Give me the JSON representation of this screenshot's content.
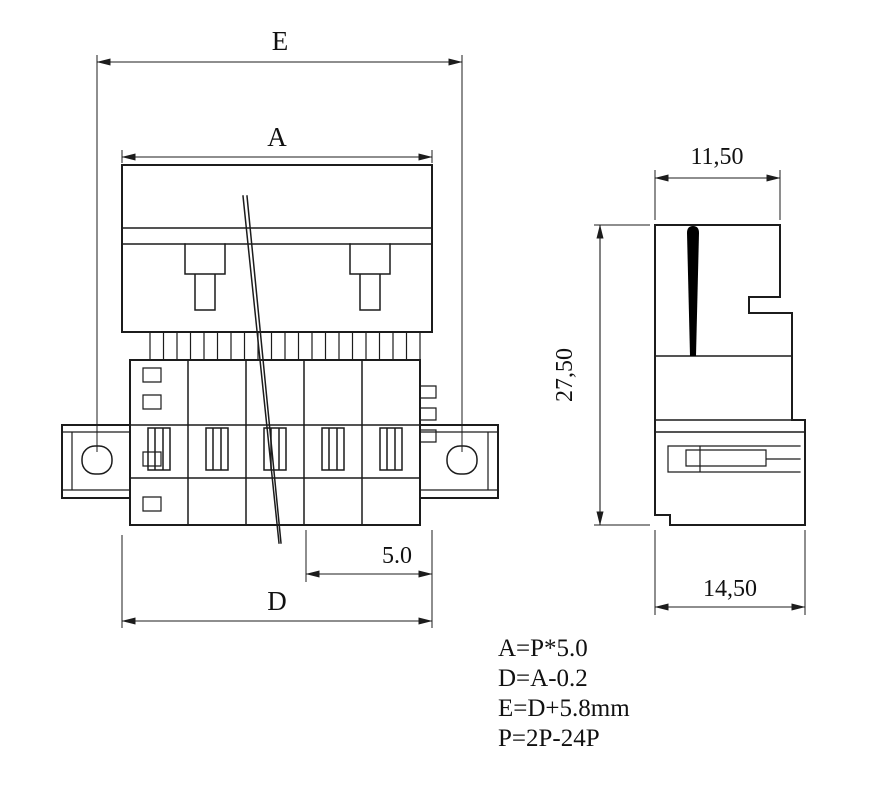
{
  "drawing": {
    "colors": {
      "line": "#1c1c1c",
      "pin_fill": "#000000",
      "background": "#ffffff"
    },
    "dimensions": {
      "e_label": "E",
      "a_label": "A",
      "d_label": "D",
      "pitch_label": "5.0",
      "side_top_width_label": "11,50",
      "side_height_label": "27,50",
      "side_bottom_width_label": "14,50"
    },
    "formulas": [
      "A=P*5.0",
      "D=A-0.2",
      "E=D+5.8mm",
      "P=2P-24P"
    ]
  }
}
